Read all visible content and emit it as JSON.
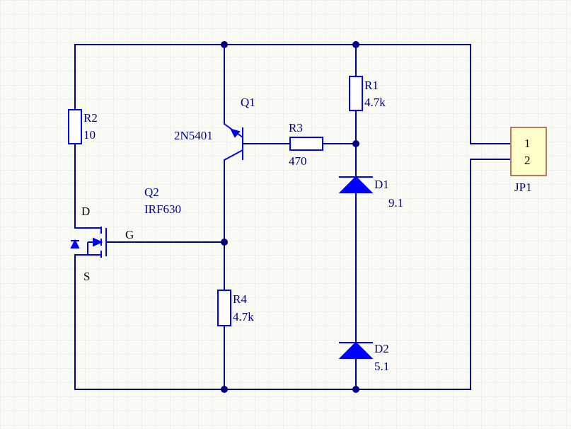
{
  "components": {
    "r2": {
      "ref": "R2",
      "value": "10"
    },
    "r1": {
      "ref": "R1",
      "value": "4.7k"
    },
    "r3": {
      "ref": "R3",
      "value": "470"
    },
    "r4": {
      "ref": "R4",
      "value": "4.7k"
    },
    "q1": {
      "ref": "Q1",
      "part": "2N5401"
    },
    "q2": {
      "ref": "Q2",
      "part": "IRF630",
      "pin_d": "D",
      "pin_g": "G",
      "pin_s": "S"
    },
    "d1": {
      "ref": "D1",
      "value": "9.1"
    },
    "d2": {
      "ref": "D2",
      "value": "5.1"
    },
    "jp1": {
      "ref": "JP1",
      "pin1": "1",
      "pin2": "2"
    }
  },
  "colors": {
    "wire": "#000080",
    "symbol": "#0000ff",
    "connector_fill": "#ffffcc",
    "connector_border": "#a0522d",
    "grid": "#e6e6e6",
    "background": "#fbfbf6"
  }
}
